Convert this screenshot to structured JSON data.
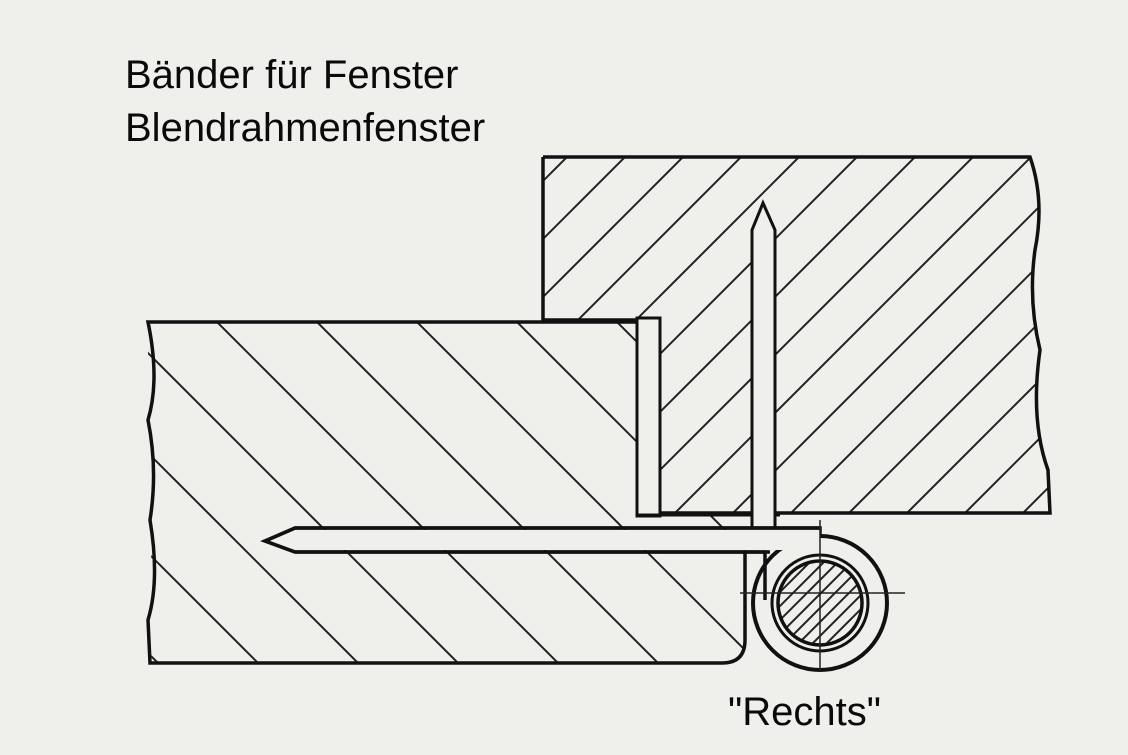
{
  "title": {
    "line1": "Bänder für Fenster",
    "line2": "Blendrahmenfenster"
  },
  "caption": "\"Rechts\"",
  "colors": {
    "ink": "#111111",
    "paper": "#efefec"
  }
}
